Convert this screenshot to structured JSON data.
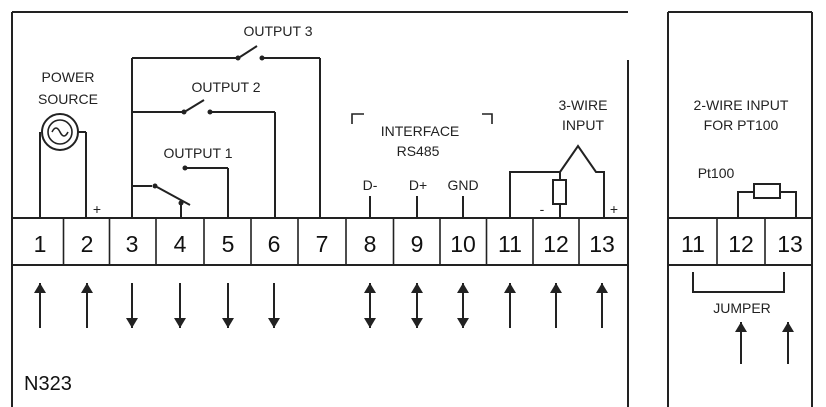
{
  "colors": {
    "ink": "#222222",
    "background": "#ffffff"
  },
  "main_block": {
    "model": "N323",
    "power_source": {
      "line1": "POWER",
      "line2": "SOURCE",
      "plus": "+",
      "icon": "ac-source-icon"
    },
    "outputs": [
      "OUTPUT 1",
      "OUTPUT 2",
      "OUTPUT 3"
    ],
    "interface": {
      "title": "INTERFACE",
      "subtitle": "RS485",
      "pins": [
        "D-",
        "D+",
        "GND"
      ]
    },
    "three_wire": {
      "line1": "3-WIRE",
      "line2": "INPUT",
      "minus": "-",
      "plus": "+"
    },
    "terminals": [
      "1",
      "2",
      "3",
      "4",
      "5",
      "6",
      "7",
      "8",
      "9",
      "10",
      "11",
      "12",
      "13"
    ],
    "arrows": [
      "up",
      "up",
      "down",
      "down",
      "down",
      "down",
      "none",
      "both",
      "both",
      "both",
      "up",
      "up",
      "up"
    ]
  },
  "side_block": {
    "title_line1": "2-WIRE INPUT",
    "title_line2": "FOR PT100",
    "sensor_label": "Pt100",
    "terminals": [
      "11",
      "12",
      "13"
    ],
    "jumper_label": "JUMPER",
    "arrows": [
      "up",
      "up"
    ]
  }
}
